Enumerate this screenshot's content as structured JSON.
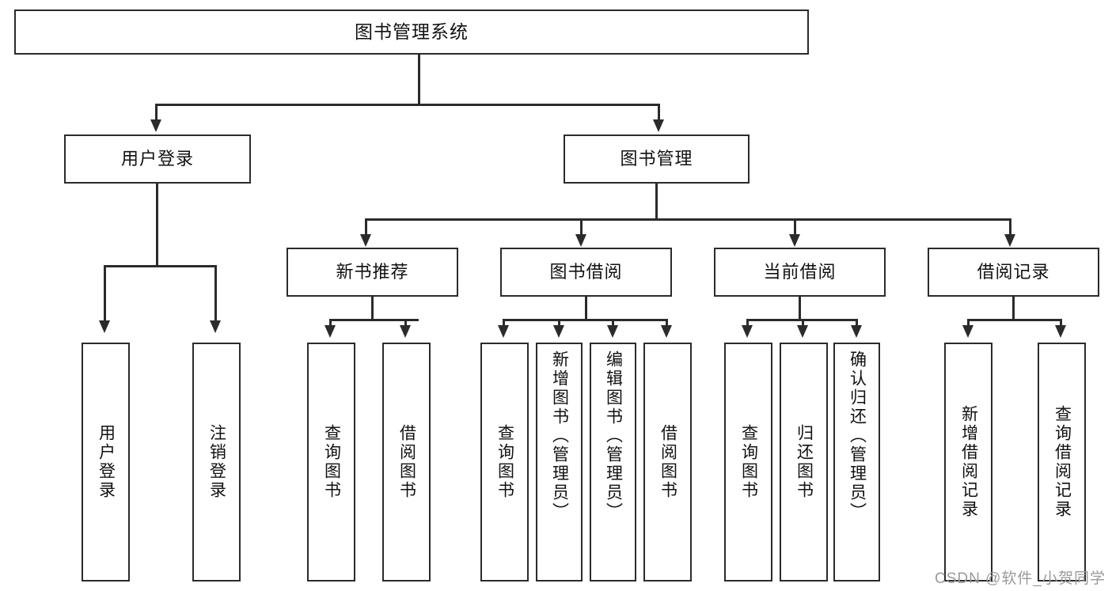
{
  "diagram": {
    "title": "图书管理系统",
    "type": "tree",
    "root": {
      "label": "图书管理系统"
    },
    "level1": [
      {
        "label": "用户登录"
      },
      {
        "label": "图书管理"
      }
    ],
    "level2": [
      {
        "label": "新书推荐"
      },
      {
        "label": "图书借阅"
      },
      {
        "label": "当前借阅"
      },
      {
        "label": "借阅记录"
      }
    ],
    "leaves": {
      "user_login": [
        {
          "label": "用户登录"
        },
        {
          "label": "注销登录"
        }
      ],
      "new_book_recommend": [
        {
          "label": "查询图书"
        },
        {
          "label": "借阅图书"
        }
      ],
      "book_borrow": [
        {
          "label": "查询图书"
        },
        {
          "label": "新增图书（管理员）"
        },
        {
          "label": "编辑图书（管理员）"
        },
        {
          "label": "借阅图书"
        }
      ],
      "current_borrow": [
        {
          "label": "查询图书"
        },
        {
          "label": "归还图书"
        },
        {
          "label": "确认归还（管理员）"
        }
      ],
      "borrow_records": [
        {
          "label": "新增借阅记录"
        },
        {
          "label": "查询借阅记录"
        }
      ]
    }
  },
  "watermark": {
    "text": "CSDN @软件_小贺同学"
  },
  "colors": {
    "stroke": "#2b2b2b",
    "background": "#ffffff",
    "text": "#111111",
    "watermark": "#9a9a9a"
  }
}
